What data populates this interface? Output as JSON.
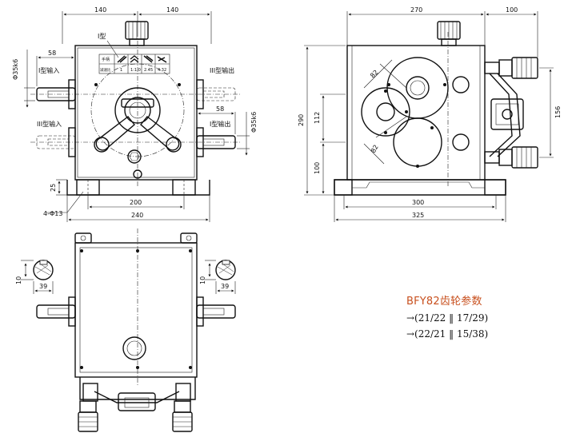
{
  "dims": {
    "top_140_left": "140",
    "top_140_right": "140",
    "d58_left": "58",
    "d58_right": "58",
    "dia_left": "Φ35k6",
    "dia_right": "Φ35k6",
    "bolt": "4-Φ13",
    "w200": "200",
    "w240": "240",
    "h25": "25",
    "s270": "270",
    "s100": "100",
    "s290": "290",
    "s112": "112",
    "s100v": "100",
    "s300": "300",
    "s325": "325",
    "s156": "156",
    "g82a": "82",
    "g82b": "82",
    "b10_left": "10",
    "b10_right": "10",
    "b39_left": "39",
    "b39_right": "39"
  },
  "labels": {
    "type1": "I型",
    "in1": "I型输入",
    "out3": "III型输出",
    "in3": "III型输入",
    "out1": "I型输出"
  },
  "table": {
    "header": "手柄",
    "row_label": "减速比",
    "values": [
      "1",
      "1:1.0",
      "2.45",
      "4.32"
    ]
  },
  "caption": {
    "title": "BFY82齿轮参数",
    "line1": "→(21/22 ‖ 17/29)",
    "line2": "→(22/21 ‖ 15/38)"
  }
}
